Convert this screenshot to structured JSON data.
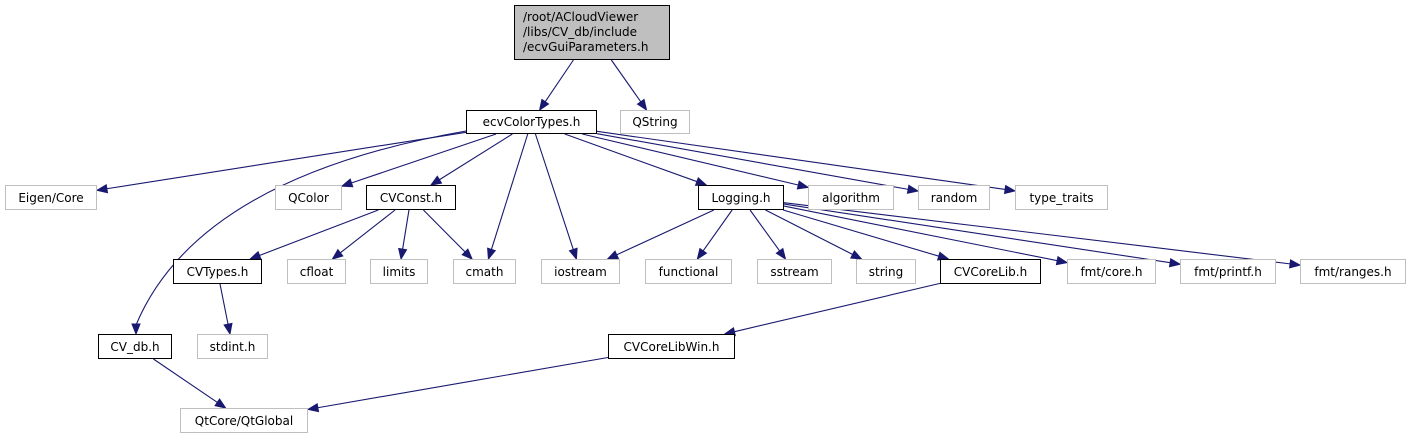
{
  "colors": {
    "edge": "#191970",
    "root_fill": "#bfbfbf",
    "external_border": "#bfbfbf",
    "local_border": "#000000"
  },
  "root": {
    "id": "root",
    "lines": [
      "/root/ACloudViewer",
      "/libs/CV_db/include",
      "/ecvGuiParameters.h"
    ]
  },
  "nodes": [
    {
      "id": "ecvColorTypes",
      "label": "ecvColorTypes.h",
      "kind": "local"
    },
    {
      "id": "QString",
      "label": "QString",
      "kind": "ext"
    },
    {
      "id": "EigenCore",
      "label": "Eigen/Core",
      "kind": "ext"
    },
    {
      "id": "QColor",
      "label": "QColor",
      "kind": "ext"
    },
    {
      "id": "CVConst",
      "label": "CVConst.h",
      "kind": "local"
    },
    {
      "id": "Logging",
      "label": "Logging.h",
      "kind": "local"
    },
    {
      "id": "algorithm",
      "label": "algorithm",
      "kind": "ext"
    },
    {
      "id": "random",
      "label": "random",
      "kind": "ext"
    },
    {
      "id": "type_traits",
      "label": "type_traits",
      "kind": "ext"
    },
    {
      "id": "CVTypes",
      "label": "CVTypes.h",
      "kind": "local"
    },
    {
      "id": "cfloat",
      "label": "cfloat",
      "kind": "ext"
    },
    {
      "id": "limits",
      "label": "limits",
      "kind": "ext"
    },
    {
      "id": "cmath",
      "label": "cmath",
      "kind": "ext"
    },
    {
      "id": "iostream",
      "label": "iostream",
      "kind": "ext"
    },
    {
      "id": "functional",
      "label": "functional",
      "kind": "ext"
    },
    {
      "id": "sstream",
      "label": "sstream",
      "kind": "ext"
    },
    {
      "id": "string",
      "label": "string",
      "kind": "ext"
    },
    {
      "id": "CVCoreLib",
      "label": "CVCoreLib.h",
      "kind": "local"
    },
    {
      "id": "fmtcore",
      "label": "fmt/core.h",
      "kind": "ext"
    },
    {
      "id": "fmtprintf",
      "label": "fmt/printf.h",
      "kind": "ext"
    },
    {
      "id": "fmtranges",
      "label": "fmt/ranges.h",
      "kind": "ext"
    },
    {
      "id": "CV_db",
      "label": "CV_db.h",
      "kind": "local"
    },
    {
      "id": "stdint",
      "label": "stdint.h",
      "kind": "ext"
    },
    {
      "id": "CVCoreLibWin",
      "label": "CVCoreLibWin.h",
      "kind": "local"
    },
    {
      "id": "QtGlobal",
      "label": "QtCore/QtGlobal",
      "kind": "ext"
    }
  ],
  "edges": [
    [
      "root",
      "ecvColorTypes"
    ],
    [
      "root",
      "QString"
    ],
    [
      "ecvColorTypes",
      "EigenCore"
    ],
    [
      "ecvColorTypes",
      "CV_db"
    ],
    [
      "ecvColorTypes",
      "QColor"
    ],
    [
      "ecvColorTypes",
      "CVConst"
    ],
    [
      "ecvColorTypes",
      "cmath"
    ],
    [
      "ecvColorTypes",
      "iostream"
    ],
    [
      "ecvColorTypes",
      "Logging"
    ],
    [
      "ecvColorTypes",
      "algorithm"
    ],
    [
      "ecvColorTypes",
      "random"
    ],
    [
      "ecvColorTypes",
      "type_traits"
    ],
    [
      "CVConst",
      "CVTypes"
    ],
    [
      "CVConst",
      "cfloat"
    ],
    [
      "CVConst",
      "limits"
    ],
    [
      "CVConst",
      "cmath"
    ],
    [
      "CVTypes",
      "stdint"
    ],
    [
      "Logging",
      "iostream"
    ],
    [
      "Logging",
      "functional"
    ],
    [
      "Logging",
      "sstream"
    ],
    [
      "Logging",
      "string"
    ],
    [
      "Logging",
      "CVCoreLib"
    ],
    [
      "Logging",
      "fmtcore"
    ],
    [
      "Logging",
      "fmtprintf"
    ],
    [
      "Logging",
      "fmtranges"
    ],
    [
      "CVCoreLib",
      "CVCoreLibWin"
    ],
    [
      "CV_db",
      "QtGlobal"
    ],
    [
      "CVCoreLibWin",
      "QtGlobal"
    ]
  ]
}
